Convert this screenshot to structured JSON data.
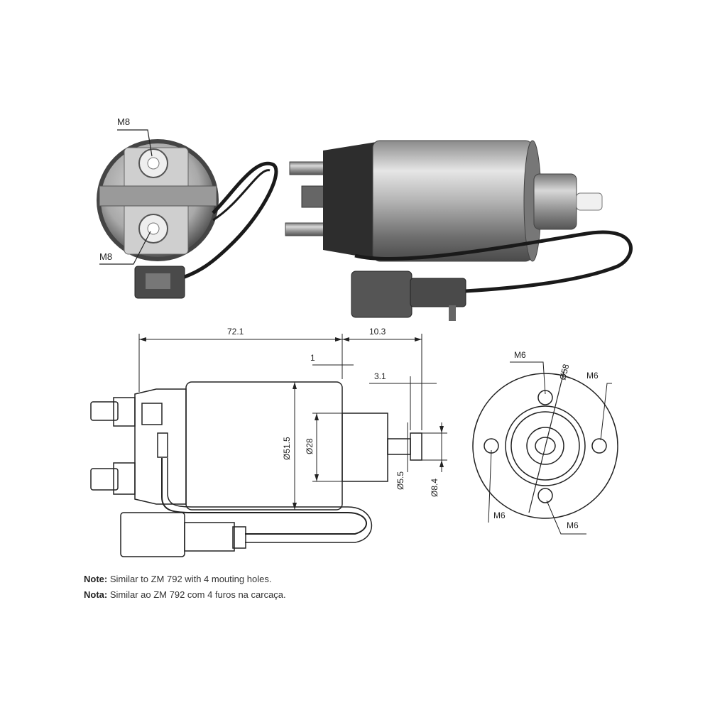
{
  "photo_labels": {
    "top_terminal": "M8",
    "bottom_terminal": "M8"
  },
  "dimensions": {
    "overall_length": "72.1",
    "plunger_extension": "10.3",
    "flange_gap": "1",
    "shaft_step": "3.1",
    "body_diameter": "Ø51.5",
    "neck_diameter": "Ø28",
    "shaft_diameter": "Ø5.5",
    "tip_diameter": "Ø8.4",
    "bolt_circle": "Ø58"
  },
  "mounting_holes": {
    "top": "M6",
    "right": "M6",
    "left": "M6",
    "bottom": "M6"
  },
  "notes": {
    "en_label": "Note:",
    "en_text": " Similar to ZM 792 with 4 mouting holes.",
    "pt_label": "Nota:",
    "pt_text": " Similar ao ZM 792 com 4 furos na carcaça."
  }
}
